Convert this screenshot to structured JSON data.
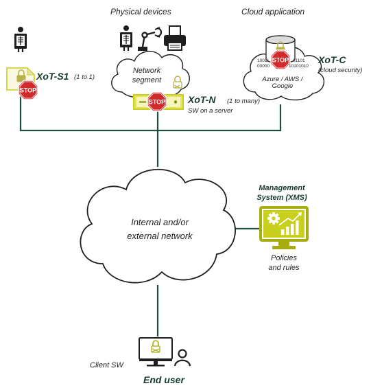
{
  "headers": {
    "physical_devices": "Physical devices",
    "cloud_application": "Cloud application"
  },
  "xot_s1": {
    "name": "XoT-S1",
    "note": "(1 to 1)"
  },
  "network_segment": {
    "line1": "Network",
    "line2": "segment"
  },
  "xot_n": {
    "name": "XoT-N",
    "note": "(1 to many)",
    "sub": "SW on a server"
  },
  "cloud": {
    "binary_left_1": "10011",
    "binary_left_2": "00000",
    "binary_right_1": "01101",
    "binary_right_2": "10101010",
    "providers_1": "Azure / AWS /",
    "providers_2": "Google"
  },
  "xot_c": {
    "name": "XoT-C",
    "note": "(cloud security)"
  },
  "network": {
    "line1": "Internal and/or",
    "line2": "external network"
  },
  "xms": {
    "title_1": "Management",
    "title_2": "System (XMS)",
    "sub_1": "Policies",
    "sub_2": "and rules"
  },
  "client": {
    "label": "Client SW",
    "user": "End user"
  },
  "stop_text": "STOP",
  "colors": {
    "line": "#1d4d3b",
    "accent_yellow": "#c8cf1c",
    "stop_red": "#d12a2a",
    "lock_olive": "#b9b14a",
    "title_green": "#163a2c"
  }
}
